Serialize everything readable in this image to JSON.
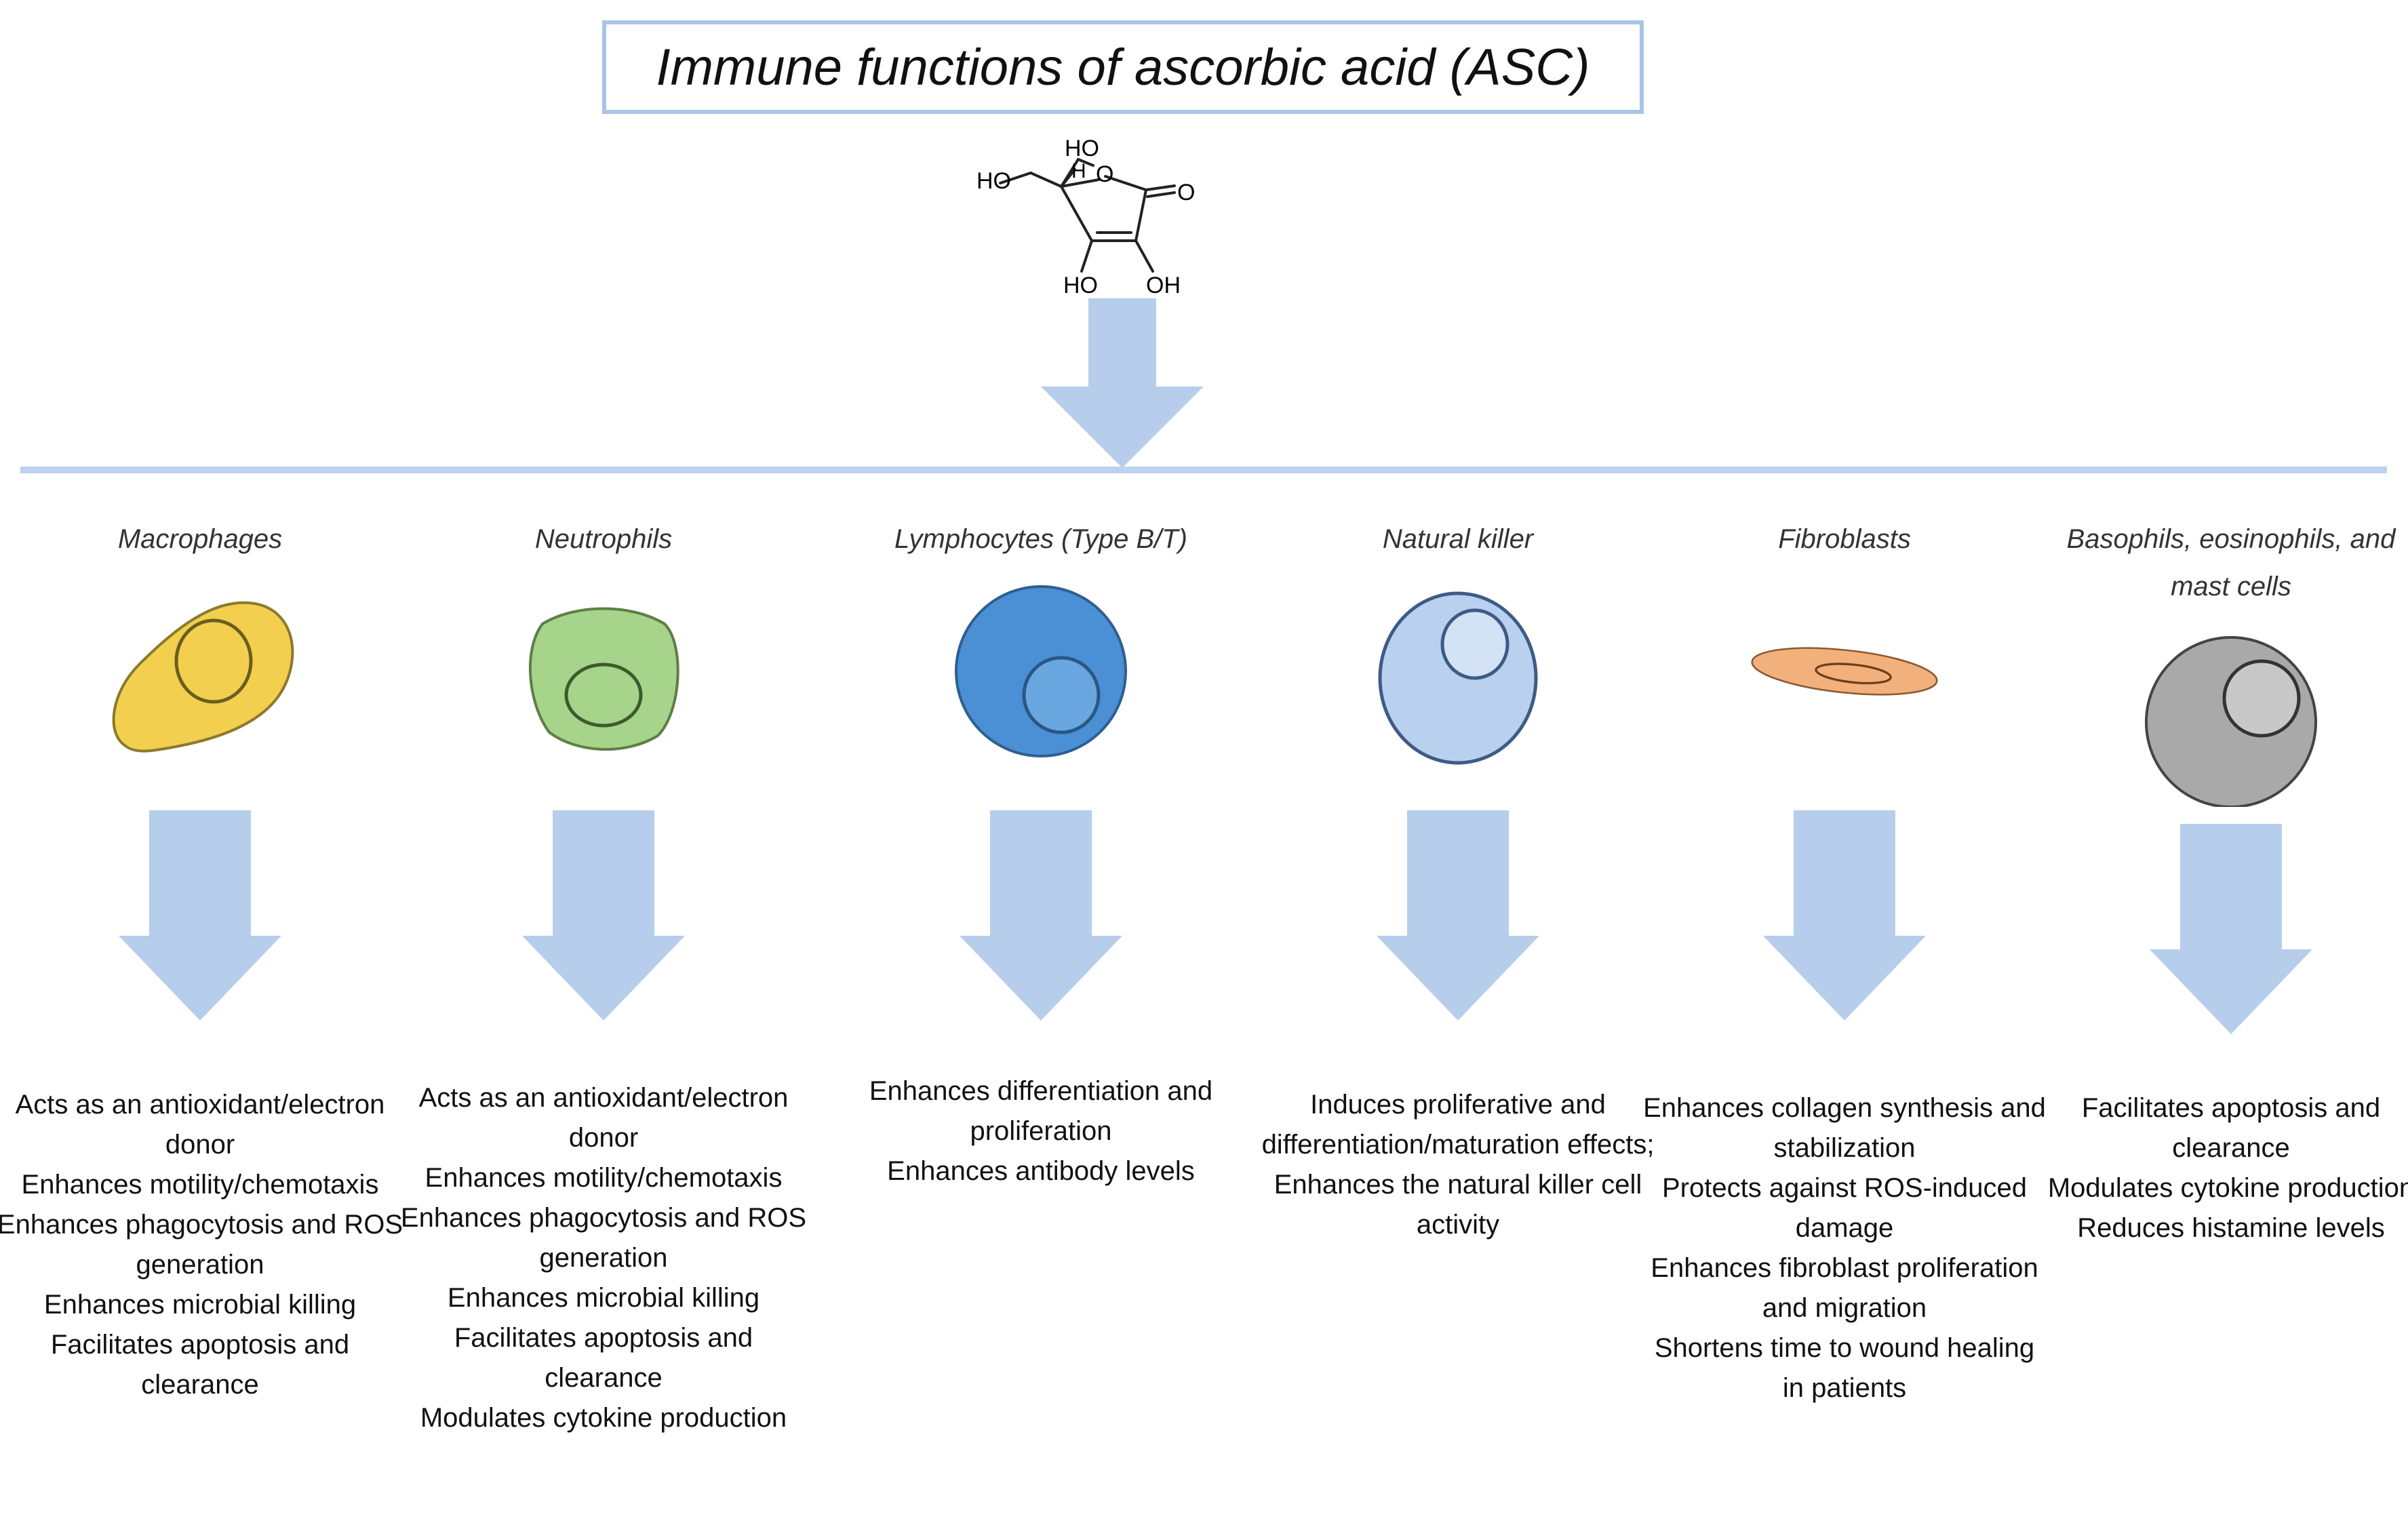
{
  "title": "Immune functions of ascorbic acid (ASC)",
  "molecule_labels": {
    "ho_top": "HO",
    "h": "H",
    "o_ring": "O",
    "o_carbonyl": "O",
    "ho_left": "HO",
    "ho_bottom": "HO",
    "oh_bottom": "OH"
  },
  "colors": {
    "arrow": "#b6cdec",
    "line": "#bcd2ee",
    "title_border": "#a8c4e8"
  },
  "columns": [
    {
      "name": "Macrophages",
      "color": "#f3cf4f",
      "effects": [
        "Acts as an antioxidant/electron donor",
        "Enhances motility/chemotaxis",
        "Enhances phagocytosis and ROS generation",
        "Enhances microbial killing",
        "Facilitates apoptosis and clearance"
      ]
    },
    {
      "name": "Neutrophils",
      "color": "#a5d48a",
      "effects": [
        "Acts as an antioxidant/electron donor",
        "Enhances motility/chemotaxis",
        "Enhances phagocytosis and ROS generation",
        "Enhances microbial killing",
        "Facilitates apoptosis and clearance",
        "Modulates cytokine production"
      ]
    },
    {
      "name": "Lymphocytes (Type B/T)",
      "color": "#4b8fd4",
      "effects": [
        "Enhances differentiation and proliferation",
        "Enhances antibody levels"
      ]
    },
    {
      "name": "Natural killer",
      "color": "#b9d0ee",
      "effects": [
        "Induces proliferative and differentiation/maturation effects;",
        "Enhances the natural killer cell activity"
      ]
    },
    {
      "name": "Fibroblasts",
      "color": "#f2b07c",
      "effects": [
        "Enhances collagen synthesis and stabilization",
        "Protects against ROS-induced damage",
        "Enhances fibroblast proliferation and migration",
        "Shortens time to wound healing in patients"
      ]
    },
    {
      "name": "Basophils, eosinophils, and mast cells",
      "color": "#a9a9a9",
      "effects": [
        "Facilitates apoptosis and clearance",
        "Modulates cytokine production",
        "Reduces histamine levels"
      ]
    }
  ]
}
